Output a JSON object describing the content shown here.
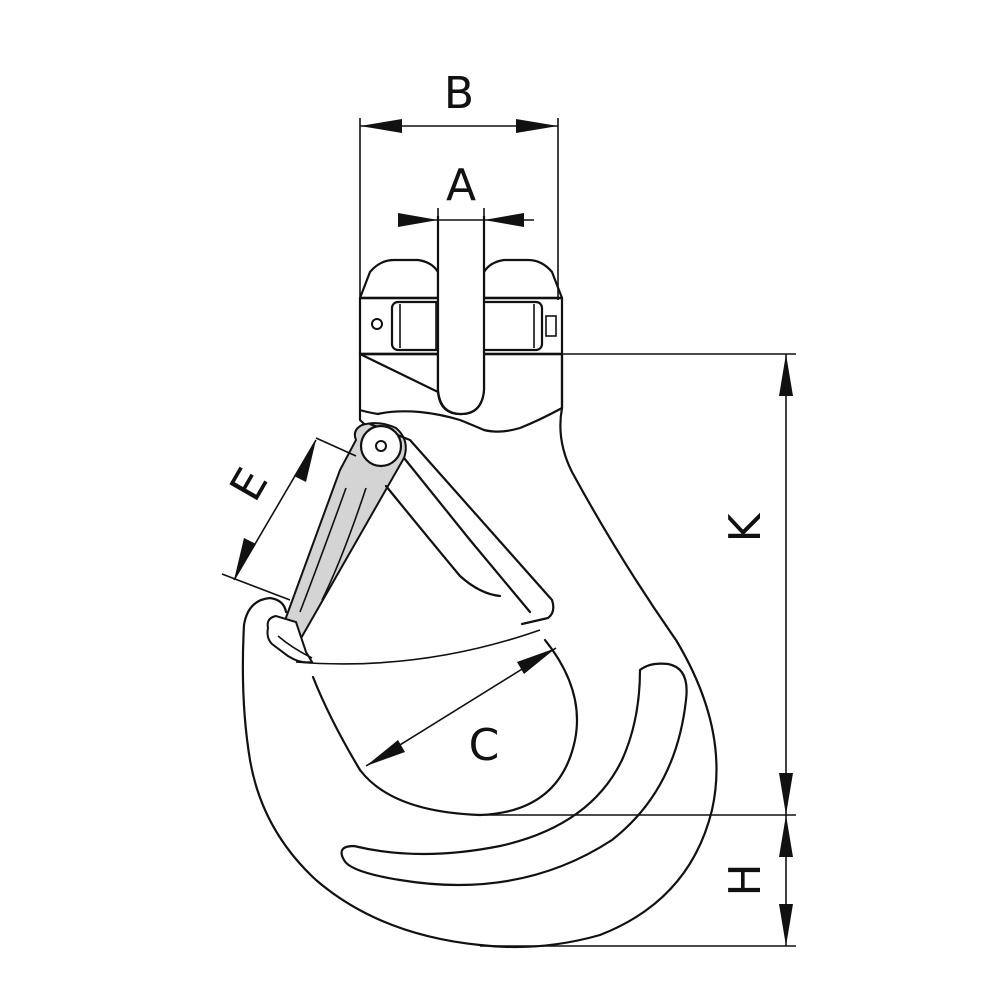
{
  "diagram": {
    "labels": {
      "a": "A",
      "b": "B",
      "c": "C",
      "e": "E",
      "h": "H",
      "k": "K"
    },
    "colors": {
      "line": "#111111",
      "hatch": "#111111",
      "latch_fill": "#d4d4d4",
      "pin_fill": "#666666",
      "background": "#ffffff"
    }
  }
}
